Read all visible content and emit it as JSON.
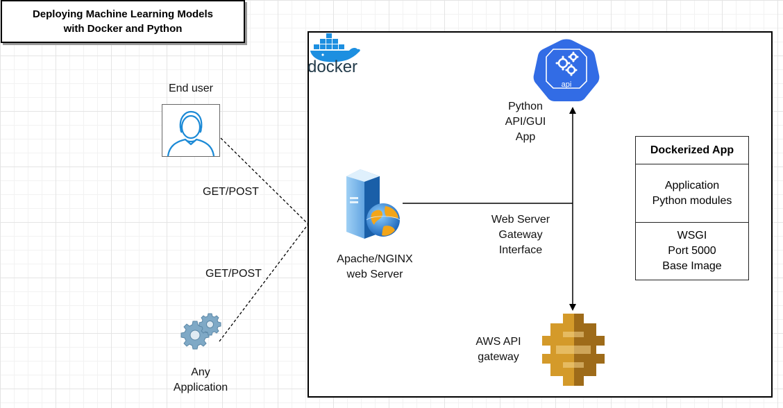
{
  "title": {
    "line1": "Deploying Machine Learning Models",
    "line2": "with Docker and Python"
  },
  "docker_logo": {
    "text": "docker",
    "color": "#1d8fe0"
  },
  "end_user": {
    "label": "End user",
    "icon": "user-icon"
  },
  "any_app": {
    "line1": "Any",
    "line2": "Application",
    "icon": "gears-icon"
  },
  "edges": {
    "user_request": "GET/POST",
    "app_request": "GET/POST",
    "wsgi_line1": "Web Server",
    "wsgi_line2": "Gateway",
    "wsgi_line3": "Interface"
  },
  "web_server": {
    "line1": "Apache/NGINX",
    "line2": "web Server",
    "icon": "server-globe-icon"
  },
  "python_api": {
    "line1": "Python",
    "line2": "API/GUI",
    "line3": "App",
    "badge": "api",
    "badge_color": "#326ce5"
  },
  "aws_gateway": {
    "line1": "AWS API",
    "line2": "gateway",
    "color": "#d49a2a"
  },
  "dockerized_app": {
    "header": "Dockerized App",
    "section1": [
      "Application",
      "Python modules"
    ],
    "section2": [
      "WSGI",
      "Port 5000",
      "Base Image"
    ]
  }
}
